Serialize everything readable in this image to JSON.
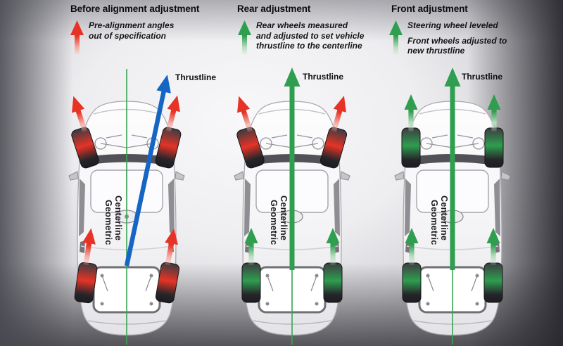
{
  "title": "Wheel alignment adjustment stages",
  "colors": {
    "red": "#e63326",
    "red_light": "#f5ada6",
    "green": "#2f9e4f",
    "green_light": "#b9dec0",
    "blue": "#1565c5",
    "centerline_green": "#3aa553",
    "tire_dark": "#1d1d21",
    "label_text": "#101012"
  },
  "panels": [
    {
      "heading": "Before alignment adjustment",
      "legend": {
        "arrow": "red",
        "paragraphs": [
          [
            "Pre-alignment angles",
            "out of specification"
          ]
        ]
      },
      "thrustline_label": "Thrustline",
      "centerline_label_line1": "Geometric",
      "centerline_label_line2": "Centerline",
      "thrustline": {
        "style": "diagonal",
        "color": "blue",
        "tilt_deg": 12
      },
      "wheel_arrows": {
        "front_left": {
          "color": "red",
          "tilt_deg": -18
        },
        "front_right": {
          "color": "red",
          "tilt_deg": 14
        },
        "rear_left": {
          "color": "red",
          "tilt_deg": 8
        },
        "rear_right": {
          "color": "red",
          "tilt_deg": 10
        }
      }
    },
    {
      "heading": "Rear adjustment",
      "legend": {
        "arrow": "green",
        "paragraphs": [
          [
            "Rear wheels measured",
            "and adjusted to set vehicle",
            "thrustline to the centerline"
          ]
        ]
      },
      "thrustline_label": "Thrustline",
      "centerline_label_line1": "Geometric",
      "centerline_label_line2": "Centerline",
      "thrustline": {
        "style": "vertical",
        "color": "green",
        "tilt_deg": 0
      },
      "wheel_arrows": {
        "front_left": {
          "color": "red",
          "tilt_deg": -18
        },
        "front_right": {
          "color": "red",
          "tilt_deg": 16
        },
        "rear_left": {
          "color": "green",
          "tilt_deg": 0
        },
        "rear_right": {
          "color": "green",
          "tilt_deg": 0
        }
      }
    },
    {
      "heading": "Front adjustment",
      "legend": {
        "arrow": "green",
        "paragraphs": [
          [
            "Steering wheel leveled"
          ],
          [
            "Front wheels adjusted to",
            "new thrustline"
          ]
        ]
      },
      "thrustline_label": "Thrustline",
      "centerline_label_line1": "Geometric",
      "centerline_label_line2": "Centerline",
      "thrustline": {
        "style": "vertical",
        "color": "green",
        "tilt_deg": 0
      },
      "wheel_arrows": {
        "front_left": {
          "color": "green",
          "tilt_deg": 0
        },
        "front_right": {
          "color": "green",
          "tilt_deg": 0
        },
        "rear_left": {
          "color": "green",
          "tilt_deg": 0
        },
        "rear_right": {
          "color": "green",
          "tilt_deg": 0
        }
      }
    }
  ]
}
